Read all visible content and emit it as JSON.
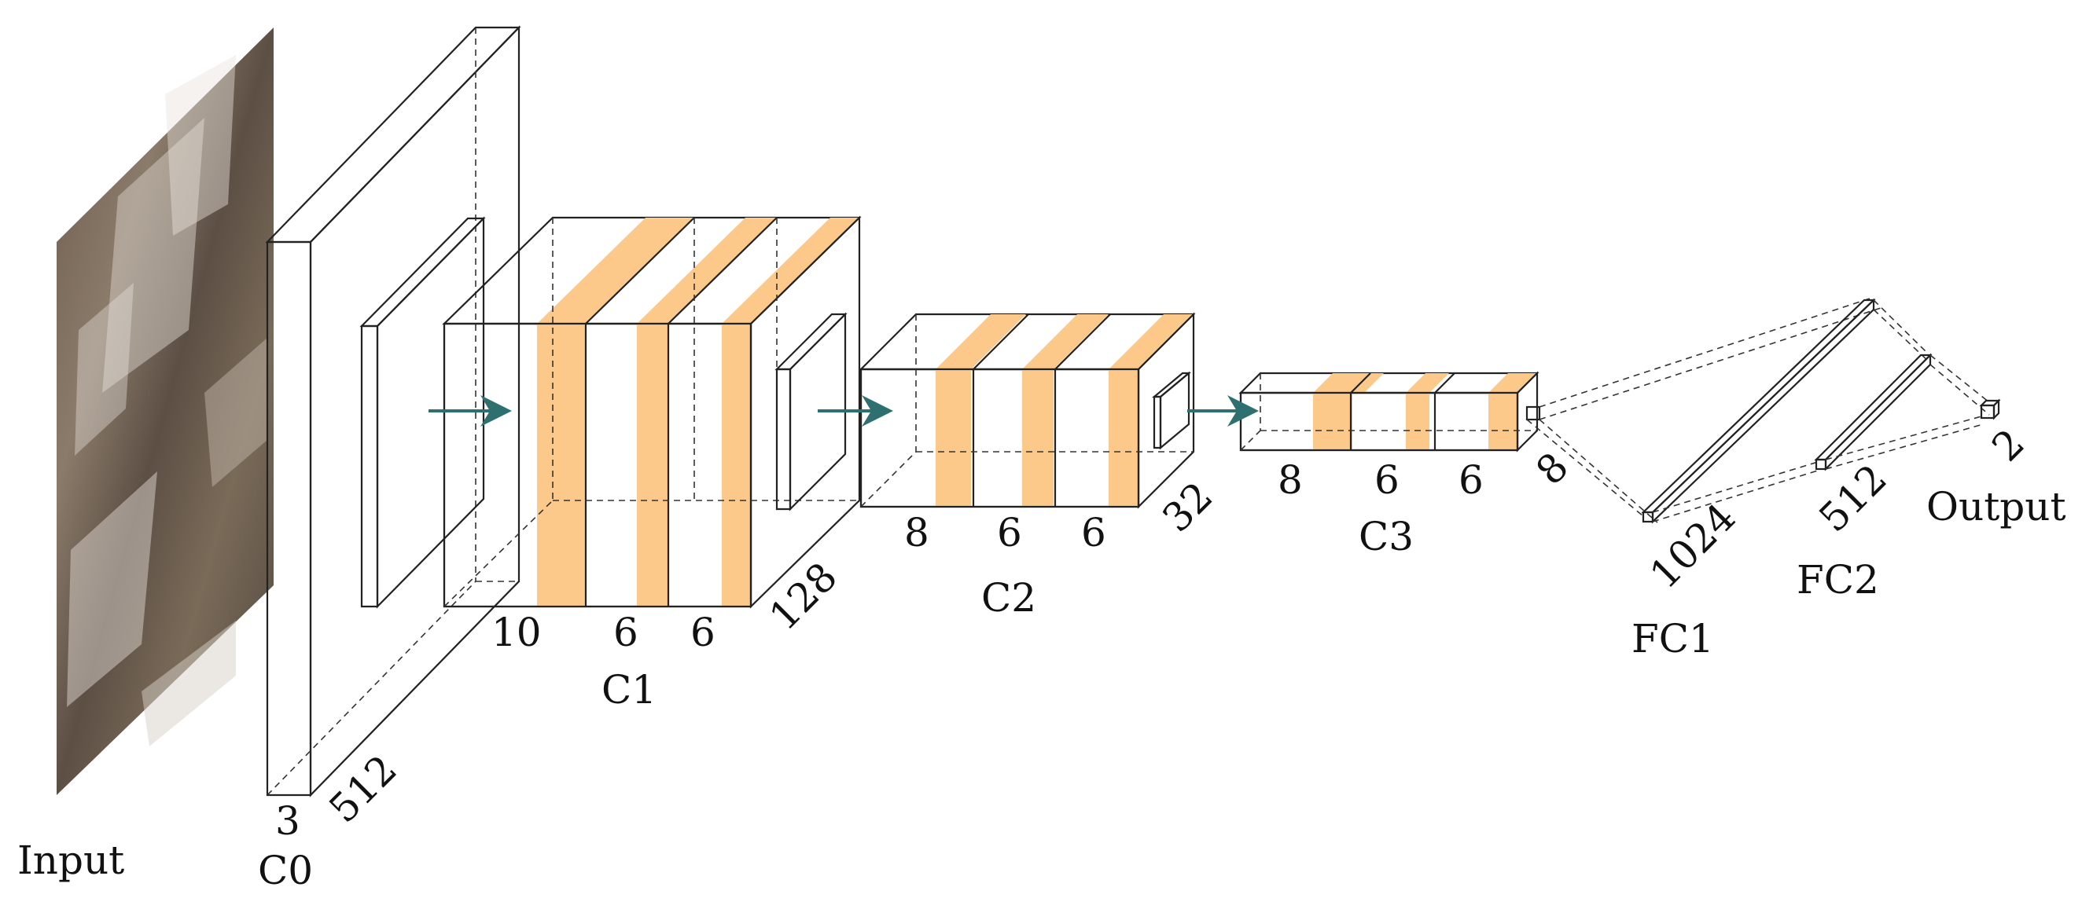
{
  "layers": {
    "input": {
      "label": "Input"
    },
    "c0": {
      "label": "C0",
      "channels": "3",
      "size": "512"
    },
    "c1": {
      "label": "C1",
      "channels": [
        "10",
        "6",
        "6"
      ],
      "size": "128"
    },
    "c2": {
      "label": "C2",
      "channels": [
        "8",
        "6",
        "6"
      ],
      "size": "32"
    },
    "c3": {
      "label": "C3",
      "channels": [
        "8",
        "6",
        "6"
      ],
      "size": "8"
    },
    "fc1": {
      "label": "FC1",
      "units": "1024"
    },
    "fc2": {
      "label": "FC2",
      "units": "512"
    },
    "output": {
      "label": "Output",
      "units": "2"
    }
  },
  "colors": {
    "conv_light": "#fde3b8",
    "conv_mid": "#fdc98a",
    "conv_dark": "#f7b56c",
    "pool": "#d9573a",
    "arrow": "#2e6f6f",
    "edge": "#222222"
  }
}
